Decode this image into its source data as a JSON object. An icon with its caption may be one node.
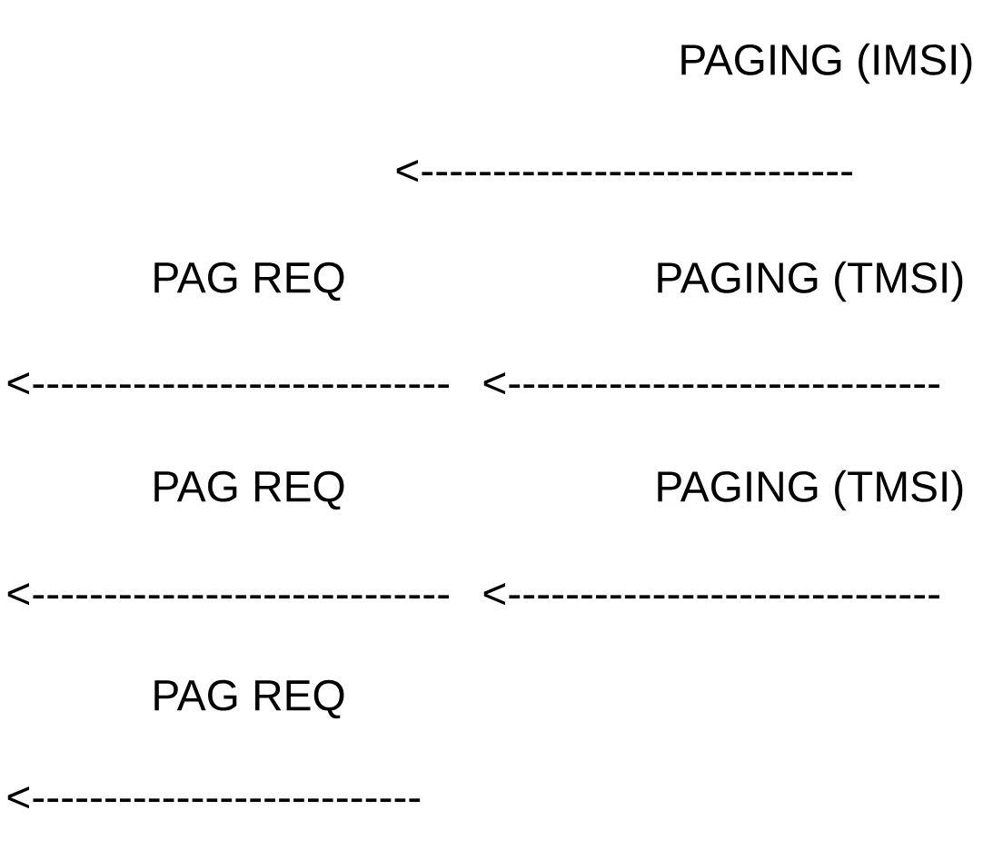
{
  "diagram": {
    "labels": [
      "PAGING (IMSI)",
      "<------------------------------",
      "PAG REQ",
      "PAGING (TMSI)",
      "<-----------------------------",
      "<------------------------------",
      "PAG REQ",
      "PAGING (TMSI)",
      "<-----------------------------",
      "<------------------------------",
      "PAG REQ",
      "<---------------------------"
    ]
  }
}
